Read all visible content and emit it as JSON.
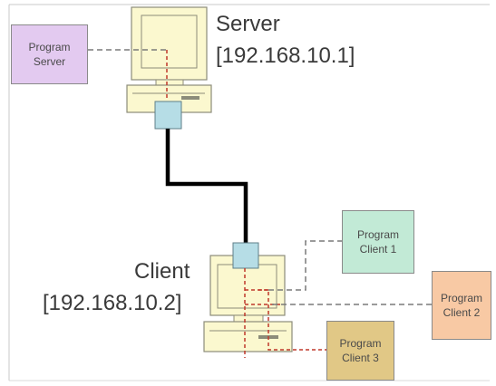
{
  "server": {
    "title": "Server",
    "ip": "[192.168.10.1]"
  },
  "client": {
    "title": "Client",
    "ip": "[192.168.10.2]"
  },
  "programs": {
    "server": {
      "label": "Program\nServer",
      "color": "#e3caf0"
    },
    "client1": {
      "label": "Program\nClient 1",
      "color": "#c2ead6"
    },
    "client2": {
      "label": "Program\nClient 2",
      "color": "#f8c9a4"
    },
    "client3": {
      "label": "Program\nClient 3",
      "color": "#e1c886"
    }
  },
  "colors": {
    "monitor": "#fbf8cf",
    "monitor_outline": "#8c8c7a",
    "connector": "#b6dde6",
    "cable": "#000000",
    "flow_line": "#c0392b",
    "dashed_link": "#7a7a7a",
    "frame": "#b0b0b0"
  }
}
